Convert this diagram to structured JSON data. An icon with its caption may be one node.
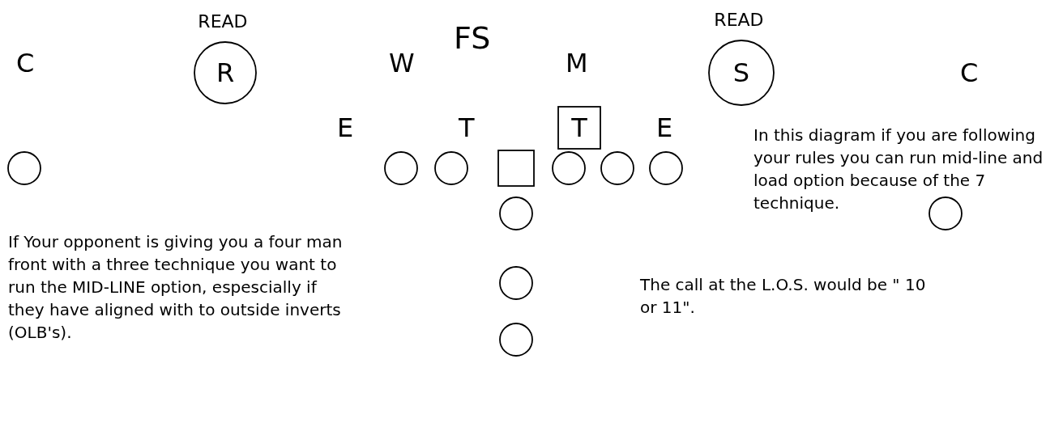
{
  "diagram": {
    "nodes": [
      {
        "text": [
          "READ",
          "R"
        ]
      },
      {
        "text": [
          "READ",
          "S"
        ]
      },
      {
        "text": [
          "T"
        ]
      },
      {
        "text": [],
        "shape": "circle"
      },
      {
        "text": [],
        "shape": "circle"
      },
      {
        "text": [],
        "shape": "circle"
      },
      {
        "text": [],
        "shape": "box"
      },
      {
        "text": [],
        "shape": "circle"
      },
      {
        "text": [],
        "shape": "circle"
      },
      {
        "text": [],
        "shape": "circle"
      },
      {
        "text": [],
        "shape": "circle"
      },
      {
        "text": [],
        "shape": "circle"
      },
      {
        "text": [],
        "shape": "circle"
      },
      {
        "text": [],
        "shape": "circle"
      }
    ],
    "edges": [],
    "labels": [
      "FS",
      "C",
      "W",
      "M",
      "C",
      "E",
      "T",
      "E",
      "In this diagram if you are following your rules you can run mid-line and load option because of the 7 technique.",
      "If Your opponent is giving you a four man front with a three technique you want to run the MID-LINE option, espescially if they have aligned with to outside inverts (OLB's).",
      "The call at the L.O.S. would be \" 10 or 11\"."
    ]
  }
}
